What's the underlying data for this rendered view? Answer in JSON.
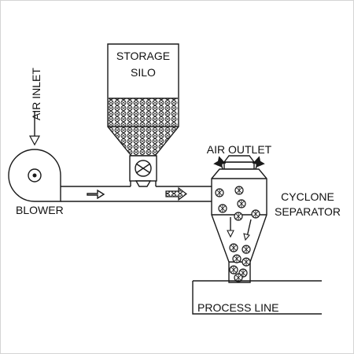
{
  "labels": {
    "storage_silo_line1": "STORAGE",
    "storage_silo_line2": "SILO",
    "air_inlet": "AIR INLET",
    "air_outlet": "AIR OUTLET",
    "blower": "BLOWER",
    "cyclone_line1": "CYCLONE",
    "cyclone_line2": "SEPARATOR",
    "process_line": "PROCESS LINE"
  },
  "colors": {
    "line": "#1a1a1a",
    "background": "#ffffff",
    "frame": "#d4d4d4"
  }
}
